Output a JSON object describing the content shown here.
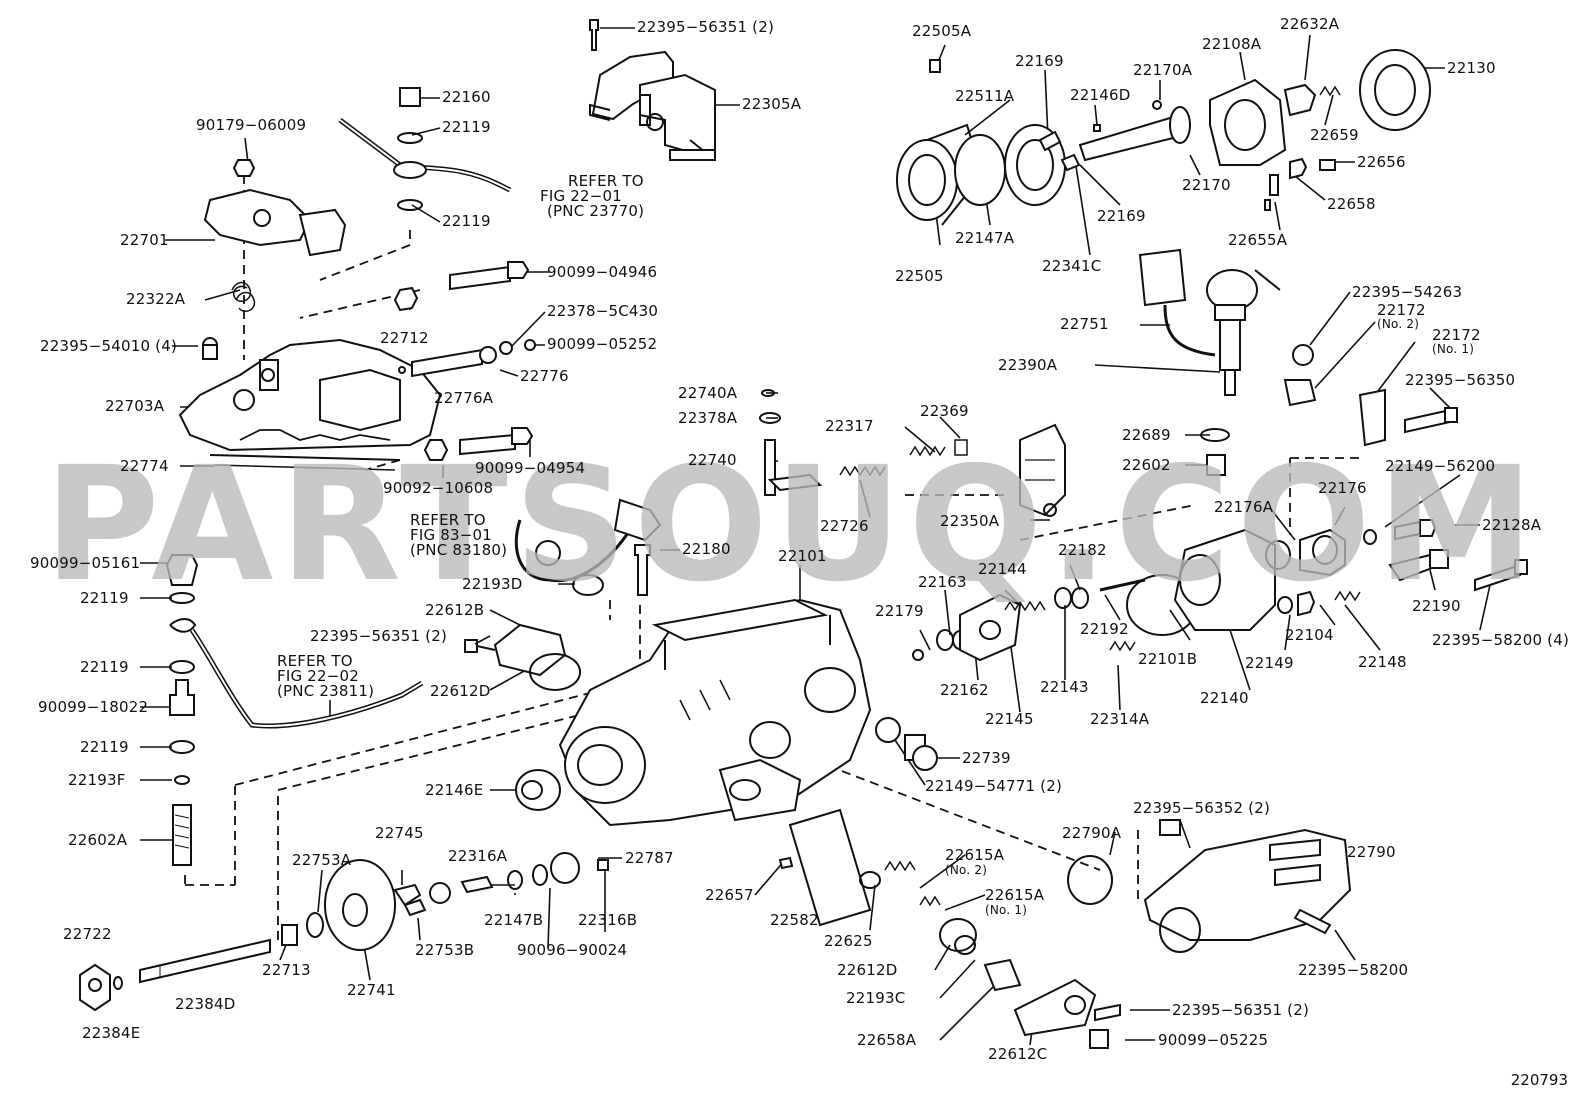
{
  "diagram_id": "220793",
  "watermark": "PARTSOUQ.COM",
  "labels": {
    "p22395_56351_2a": "22395−56351 (2)",
    "p22305A": "22305A",
    "p22160": "22160",
    "p22119a": "22119",
    "p22119b": "22119",
    "refer1": "REFER TO",
    "refer1b": "FIG 22−01",
    "refer1c": "(PNC 23770)",
    "p90179": "90179−06009",
    "p22701": "22701",
    "p22322A": "22322A",
    "p22395_54010": "22395−54010 (4)",
    "p22703A": "22703A",
    "p22774": "22774",
    "p90099_04946": "90099−04946",
    "p22378_5C430": "22378−5C430",
    "p90099_05252": "90099−05252",
    "p22712": "22712",
    "p22776": "22776",
    "p22776A": "22776A",
    "p90092_10608": "90092−10608",
    "p90099_04954": "90099−04954",
    "refer2": "REFER TO",
    "refer2b": "FIG 83−01",
    "refer2c": "(PNC 83180)",
    "p90099_05161": "90099−05161",
    "p22119c": "22119",
    "p22740A": "22740A",
    "p22378A": "22378A",
    "p22740": "22740",
    "p22180": "22180",
    "p22193D": "22193D",
    "p22612B": "22612B",
    "p22395_56351_2b": "22395−56351 (2)",
    "p22612D": "22612D",
    "refer3": "REFER TO",
    "refer3b": "FIG 22−02",
    "refer3c": "(PNC 23811)",
    "p22119d": "22119",
    "p90099_18022": "90099−18022",
    "p22119e": "22119",
    "p22193F": "22193F",
    "p22602A": "22602A",
    "p22101": "22101",
    "p22146E": "22146E",
    "p22745": "22745",
    "p22753A": "22753A",
    "p22316A": "22316A",
    "p22787": "22787",
    "p22147B": "22147B",
    "p22316B": "22316B",
    "p90096_90024": "90096−90024",
    "p22753B": "22753B",
    "p22713": "22713",
    "p22741": "22741",
    "p22722": "22722",
    "p22384D": "22384D",
    "p22384E": "22384E",
    "p22505A": "22505A",
    "p22511A": "22511A",
    "p22169a": "22169",
    "p22170A": "22170A",
    "p22146D": "22146D",
    "p22108A": "22108A",
    "p22632A": "22632A",
    "p22130": "22130",
    "p22659": "22659",
    "p22656": "22656",
    "p22170": "22170",
    "p22169b": "22169",
    "p22658": "22658",
    "p22505": "22505",
    "p22147A": "22147A",
    "p22341C": "22341C",
    "p22655A": "22655A",
    "p22751": "22751",
    "p22390A": "22390A",
    "p22395_54263": "22395−54263",
    "p22172_2": "22172",
    "p22172_2n": "(No. 2)",
    "p22172_1": "22172",
    "p22172_1n": "(No. 1)",
    "p22395_56350": "22395−56350",
    "p22689": "22689",
    "p22602": "22602",
    "p22149_56200": "22149−56200",
    "p22317": "22317",
    "p22369": "22369",
    "p22726": "22726",
    "p22350A": "22350A",
    "p22176A": "22176A",
    "p22176": "22176",
    "p22128A": "22128A",
    "p22163": "22163",
    "p22144": "22144",
    "p22182": "22182",
    "p22179": "22179",
    "p22192": "22192",
    "p22101B": "22101B",
    "p22149": "22149",
    "p22104": "22104",
    "p22148": "22148",
    "p22190": "22190",
    "p22395_58200_4": "22395−58200 (4)",
    "p22162": "22162",
    "p22143": "22143",
    "p22314A": "22314A",
    "p22140": "22140",
    "p22145": "22145",
    "p22739": "22739",
    "p22149_54771": "22149−54771 (2)",
    "p22395_56352": "22395−56352 (2)",
    "p22790A": "22790A",
    "p22790": "22790",
    "p22657": "22657",
    "p22582": "22582",
    "p22625": "22625",
    "p22615A_2": "22615A",
    "p22615A_2n": "(No. 2)",
    "p22615A_1": "22615A",
    "p22615A_1n": "(No. 1)",
    "p22612D_b": "22612D",
    "p22193C": "22193C",
    "p22658A": "22658A",
    "p22612C": "22612C",
    "p22395_56351_2c": "22395−56351 (2)",
    "p90099_05225": "90099−05225",
    "p22395_58200": "22395−58200"
  }
}
